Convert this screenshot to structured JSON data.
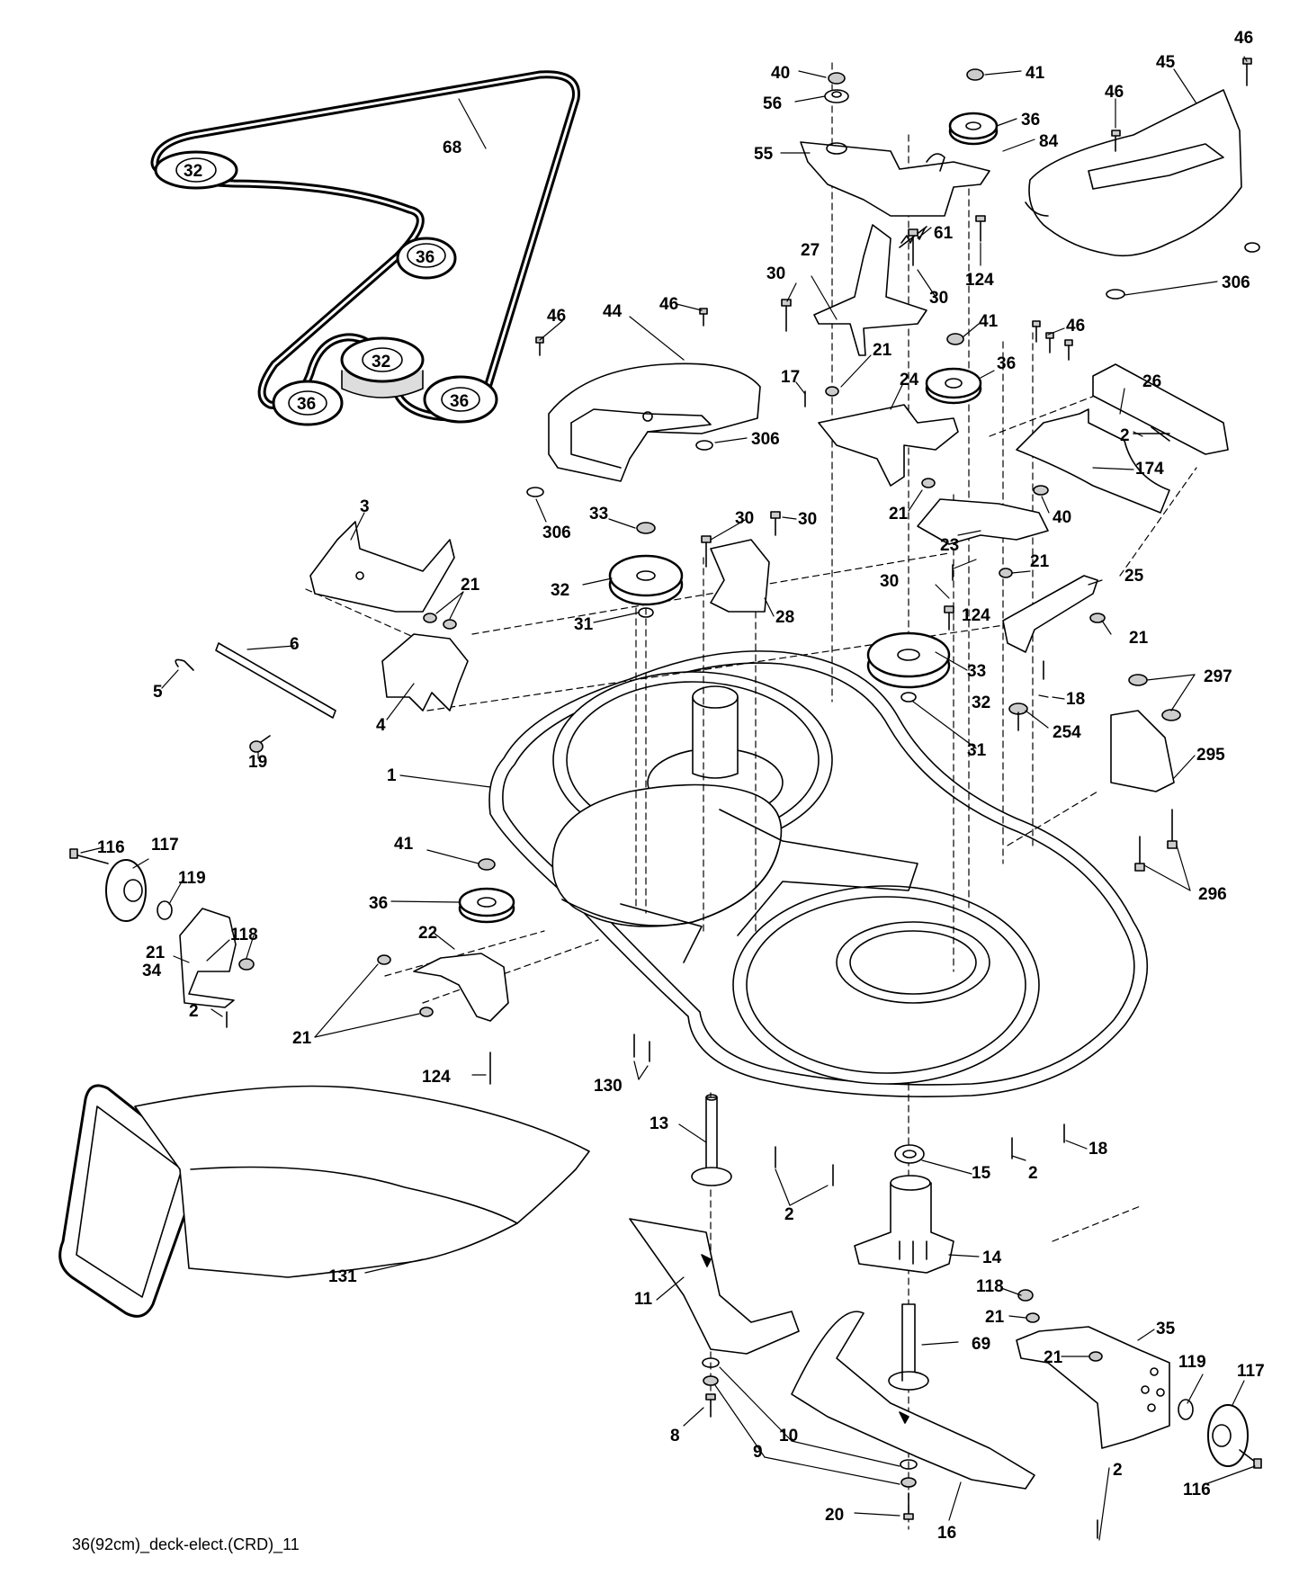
{
  "caption": "36(92cm)_deck-elect.(CRD)_11",
  "colors": {
    "line": "#000000",
    "fill": "#ffffff",
    "shade": "#d0d0d0"
  },
  "labels": [
    {
      "id": "l68",
      "text": "68"
    },
    {
      "id": "l32a",
      "text": "32"
    },
    {
      "id": "l36a",
      "text": "36"
    },
    {
      "id": "l32b",
      "text": "32"
    },
    {
      "id": "l36b",
      "text": "36"
    },
    {
      "id": "l36c",
      "text": "36"
    },
    {
      "id": "l40a",
      "text": "40"
    },
    {
      "id": "l56",
      "text": "56"
    },
    {
      "id": "l55",
      "text": "55"
    },
    {
      "id": "l41a",
      "text": "41"
    },
    {
      "id": "l36d",
      "text": "36"
    },
    {
      "id": "l84",
      "text": "84"
    },
    {
      "id": "l46a",
      "text": "46"
    },
    {
      "id": "l45",
      "text": "45"
    },
    {
      "id": "l46b",
      "text": "46"
    },
    {
      "id": "l306a",
      "text": "306"
    },
    {
      "id": "l61",
      "text": "61"
    },
    {
      "id": "l124a",
      "text": "124"
    },
    {
      "id": "l27",
      "text": "27"
    },
    {
      "id": "l30a",
      "text": "30"
    },
    {
      "id": "l30b",
      "text": "30"
    },
    {
      "id": "l46c",
      "text": "46"
    },
    {
      "id": "l44",
      "text": "44"
    },
    {
      "id": "l46d",
      "text": "46"
    },
    {
      "id": "l306b",
      "text": "306"
    },
    {
      "id": "l306c",
      "text": "306"
    },
    {
      "id": "l41b",
      "text": "41"
    },
    {
      "id": "l46e",
      "text": "46"
    },
    {
      "id": "l36e",
      "text": "36"
    },
    {
      "id": "l21a",
      "text": "21"
    },
    {
      "id": "l17",
      "text": "17"
    },
    {
      "id": "l24",
      "text": "24"
    },
    {
      "id": "l26",
      "text": "26"
    },
    {
      "id": "l2a",
      "text": "2"
    },
    {
      "id": "l174",
      "text": "174"
    },
    {
      "id": "l21b",
      "text": "21"
    },
    {
      "id": "l40b",
      "text": "40"
    },
    {
      "id": "l23",
      "text": "23"
    },
    {
      "id": "l3",
      "text": "3"
    },
    {
      "id": "l33a",
      "text": "33"
    },
    {
      "id": "l30c",
      "text": "30"
    },
    {
      "id": "l30d",
      "text": "30"
    },
    {
      "id": "l32c",
      "text": "32"
    },
    {
      "id": "l28",
      "text": "28"
    },
    {
      "id": "l31a",
      "text": "31"
    },
    {
      "id": "l21c",
      "text": "21"
    },
    {
      "id": "l30e",
      "text": "30"
    },
    {
      "id": "l124b",
      "text": "124"
    },
    {
      "id": "l21d",
      "text": "21"
    },
    {
      "id": "l25",
      "text": "25"
    },
    {
      "id": "l21e",
      "text": "21"
    },
    {
      "id": "l6",
      "text": "6"
    },
    {
      "id": "l5",
      "text": "5"
    },
    {
      "id": "l4",
      "text": "4"
    },
    {
      "id": "l33b",
      "text": "33"
    },
    {
      "id": "l32d",
      "text": "32"
    },
    {
      "id": "l18a",
      "text": "18"
    },
    {
      "id": "l31b",
      "text": "31"
    },
    {
      "id": "l254",
      "text": "254"
    },
    {
      "id": "l297",
      "text": "297"
    },
    {
      "id": "l295",
      "text": "295"
    },
    {
      "id": "l19",
      "text": "19"
    },
    {
      "id": "l1",
      "text": "1"
    },
    {
      "id": "l116a",
      "text": "116"
    },
    {
      "id": "l117a",
      "text": "117"
    },
    {
      "id": "l119a",
      "text": "119"
    },
    {
      "id": "l41c",
      "text": "41"
    },
    {
      "id": "l296",
      "text": "296"
    },
    {
      "id": "l36f",
      "text": "36"
    },
    {
      "id": "l22",
      "text": "22"
    },
    {
      "id": "l21f",
      "text": "21"
    },
    {
      "id": "l34",
      "text": "34"
    },
    {
      "id": "l118a",
      "text": "118"
    },
    {
      "id": "l2b",
      "text": "2"
    },
    {
      "id": "l21g",
      "text": "21"
    },
    {
      "id": "l124c",
      "text": "124"
    },
    {
      "id": "l130",
      "text": "130"
    },
    {
      "id": "l13",
      "text": "13"
    },
    {
      "id": "l15",
      "text": "15"
    },
    {
      "id": "l2c",
      "text": "2"
    },
    {
      "id": "l18b",
      "text": "18"
    },
    {
      "id": "l2d",
      "text": "2"
    },
    {
      "id": "l131",
      "text": "131"
    },
    {
      "id": "l14",
      "text": "14"
    },
    {
      "id": "l11",
      "text": "11"
    },
    {
      "id": "l118b",
      "text": "118"
    },
    {
      "id": "l21h",
      "text": "21"
    },
    {
      "id": "l35",
      "text": "35"
    },
    {
      "id": "l69",
      "text": "69"
    },
    {
      "id": "l21i",
      "text": "21"
    },
    {
      "id": "l119b",
      "text": "119"
    },
    {
      "id": "l117b",
      "text": "117"
    },
    {
      "id": "l8",
      "text": "8"
    },
    {
      "id": "l10",
      "text": "10"
    },
    {
      "id": "l9",
      "text": "9"
    },
    {
      "id": "l2e",
      "text": "2"
    },
    {
      "id": "l116b",
      "text": "116"
    },
    {
      "id": "l20",
      "text": "20"
    },
    {
      "id": "l16",
      "text": "16"
    }
  ]
}
